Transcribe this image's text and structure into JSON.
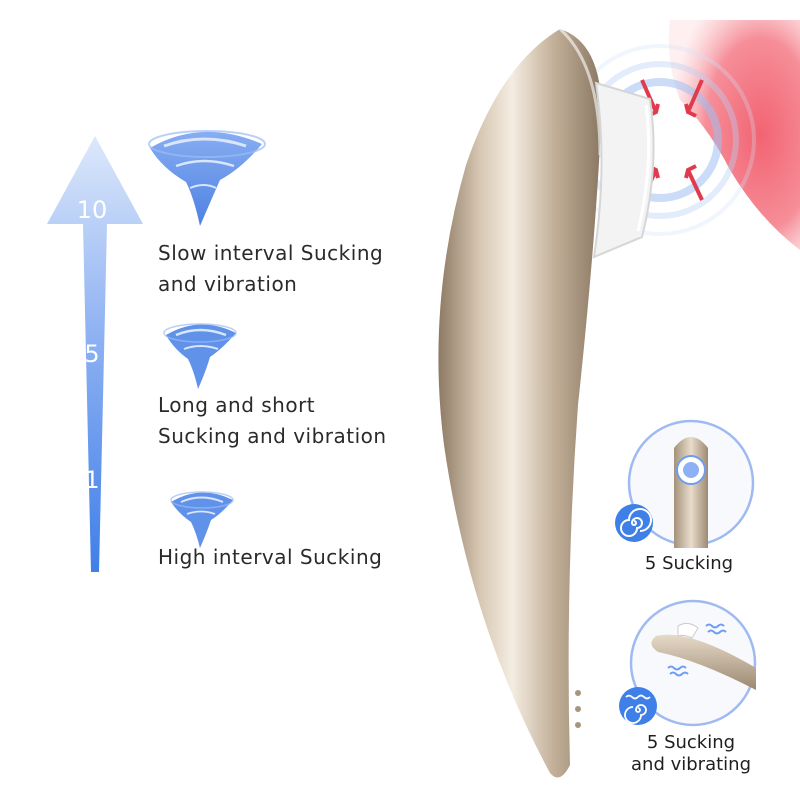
{
  "intensity_scale": {
    "levels": [
      "10",
      "5",
      "1"
    ]
  },
  "modes": [
    {
      "lines": [
        "Slow  interval Sucking",
        "and  vibration"
      ],
      "icon": "tornado-icon"
    },
    {
      "lines": [
        "Long and short",
        "Sucking and  vibration"
      ],
      "icon": "tornado-icon"
    },
    {
      "lines": [
        "High interval Sucking"
      ],
      "icon": "tornado-icon"
    }
  ],
  "insets": [
    {
      "caption_lines": [
        "5 Sucking"
      ],
      "badge_icon": "spiral-icon"
    },
    {
      "caption_lines": [
        "5 Sucking",
        "and vibrating"
      ],
      "badge_icon": "wave-spiral-icon"
    }
  ],
  "colors": {
    "accent_blue": "#3f7fe8",
    "arrow_top": "#dbe7fb",
    "arrow_bottom": "#4a86ef",
    "device_gold": "#c7b49b",
    "highlight_pink": "#f25c6a"
  }
}
